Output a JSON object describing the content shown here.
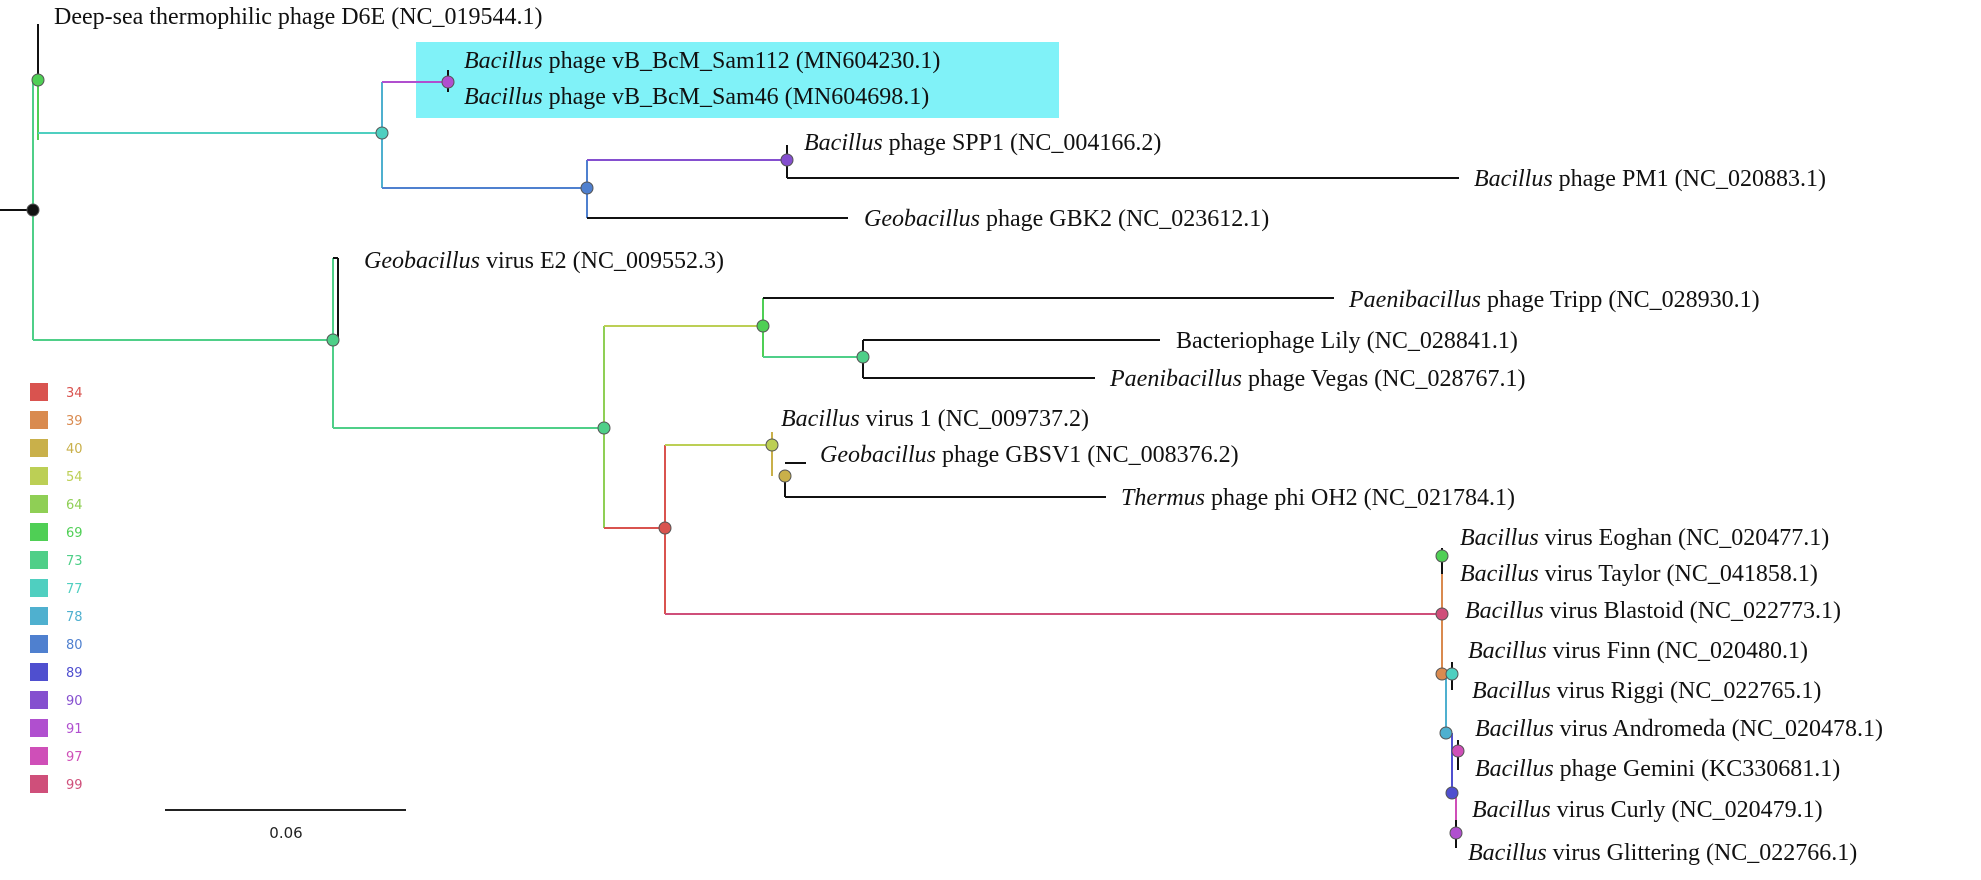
{
  "leaves": {
    "d6e": {
      "genus": "",
      "rest": "Deep-sea thermophilic phage D6E (NC_019544.1)"
    },
    "sam112": {
      "genus": "Bacillus",
      "rest": " phage vB_BcM_Sam112 (MN604230.1)"
    },
    "sam46": {
      "genus": "Bacillus",
      "rest": " phage vB_BcM_Sam46 (MN604698.1)"
    },
    "spp1": {
      "genus": "Bacillus",
      "rest": " phage SPP1 (NC_004166.2)"
    },
    "pm1": {
      "genus": "Bacillus",
      "rest": " phage PM1 (NC_020883.1)"
    },
    "gbk2": {
      "genus": "Geobacillus",
      "rest": " phage GBK2 (NC_023612.1)"
    },
    "e2": {
      "genus": "Geobacillus",
      "rest": " virus E2 (NC_009552.3)"
    },
    "tripp": {
      "genus": "Paenibacillus",
      "rest": " phage Tripp (NC_028930.1)"
    },
    "lily": {
      "genus": "",
      "rest": "Bacteriophage Lily (NC_028841.1)"
    },
    "vegas": {
      "genus": "Paenibacillus",
      "rest": " phage Vegas (NC_028767.1)"
    },
    "bv1": {
      "genus": "Bacillus",
      "rest": " virus 1 (NC_009737.2)"
    },
    "gbsv1": {
      "genus": "Geobacillus",
      "rest": " phage GBSV1 (NC_008376.2)"
    },
    "oh2": {
      "genus": "Thermus",
      "rest": " phage phi OH2 (NC_021784.1)"
    },
    "eoghan": {
      "genus": "Bacillus",
      "rest": " virus Eoghan (NC_020477.1)"
    },
    "taylor": {
      "genus": "Bacillus",
      "rest": " virus Taylor (NC_041858.1)"
    },
    "blastoid": {
      "genus": "Bacillus",
      "rest": " virus Blastoid (NC_022773.1)"
    },
    "finn": {
      "genus": "Bacillus",
      "rest": " virus Finn (NC_020480.1)"
    },
    "riggi": {
      "genus": "Bacillus",
      "rest": " virus Riggi (NC_022765.1)"
    },
    "andromeda": {
      "genus": "Bacillus",
      "rest": " virus Andromeda (NC_020478.1)"
    },
    "gemini": {
      "genus": "Bacillus",
      "rest": " phage Gemini (KC330681.1)"
    },
    "curly": {
      "genus": "Bacillus",
      "rest": " virus Curly (NC_020479.1)"
    },
    "glittering": {
      "genus": "Bacillus",
      "rest": " virus Glittering (NC_022766.1)"
    }
  },
  "legend": [
    {
      "label": "34",
      "color": "#d9534f"
    },
    {
      "label": "39",
      "color": "#d98a4f"
    },
    {
      "label": "40",
      "color": "#c9b04a"
    },
    {
      "label": "54",
      "color": "#bccf55"
    },
    {
      "label": "64",
      "color": "#8fcf55"
    },
    {
      "label": "69",
      "color": "#4fcf55"
    },
    {
      "label": "73",
      "color": "#4fcf88"
    },
    {
      "label": "77",
      "color": "#4fcfc0"
    },
    {
      "label": "78",
      "color": "#4fb0cf"
    },
    {
      "label": "80",
      "color": "#4f80cf"
    },
    {
      "label": "89",
      "color": "#4f4fcf"
    },
    {
      "label": "90",
      "color": "#854fcf"
    },
    {
      "label": "91",
      "color": "#b04fcf"
    },
    {
      "label": "97",
      "color": "#cf4fb8"
    },
    {
      "label": "99",
      "color": "#cf4f7a"
    }
  ],
  "scale_bar": {
    "label": "0.06"
  },
  "highlight_color": "#80f2f8"
}
